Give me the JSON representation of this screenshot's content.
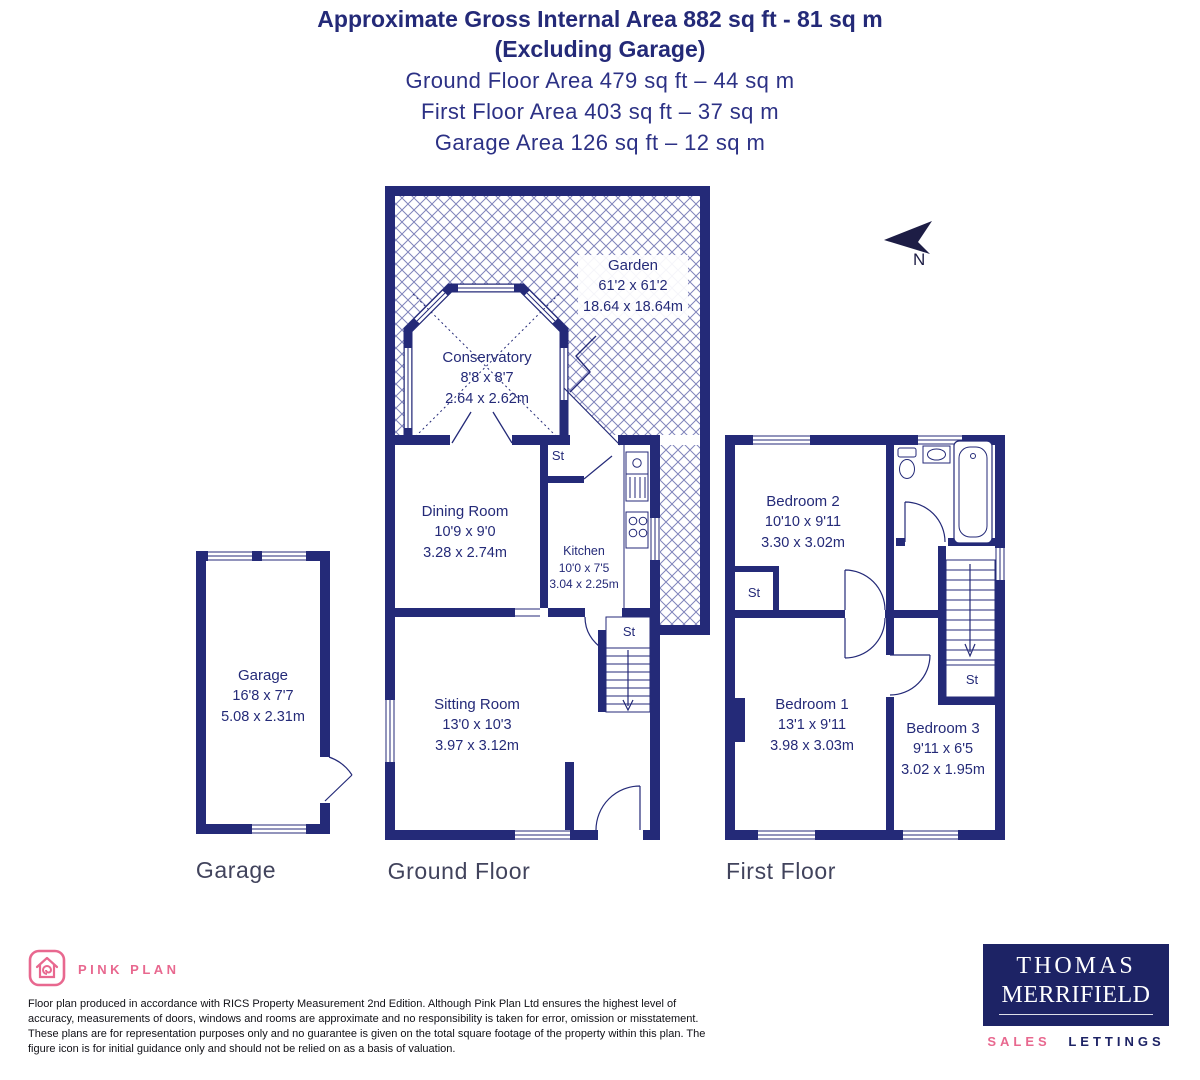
{
  "header": {
    "title_line1": "Approximate Gross Internal Area 882 sq ft - 81 sq m",
    "title_line2": "(Excluding Garage)",
    "area_line1": "Ground Floor Area 479 sq ft – 44 sq m",
    "area_line2": "First Floor Area 403 sq ft – 37 sq m",
    "area_line3": "Garage Area 126 sq ft – 12 sq m"
  },
  "labels": {
    "st": "St",
    "north": "N"
  },
  "rooms": {
    "garden": {
      "name": "Garden",
      "imperial": "61'2 x 61'2",
      "metric": "18.64 x 18.64m"
    },
    "conservatory": {
      "name": "Conservatory",
      "imperial": "8'8 x 8'7",
      "metric": "2.64 x 2.62m"
    },
    "dining_room": {
      "name": "Dining Room",
      "imperial": "10'9 x 9'0",
      "metric": "3.28 x 2.74m"
    },
    "kitchen": {
      "name": "Kitchen",
      "imperial": "10'0 x 7'5",
      "metric": "3.04 x 2.25m"
    },
    "sitting_room": {
      "name": "Sitting Room",
      "imperial": "13'0 x 10'3",
      "metric": "3.97 x 3.12m"
    },
    "garage": {
      "name": "Garage",
      "imperial": "16'8 x 7'7",
      "metric": "5.08 x 2.31m"
    },
    "bedroom_2": {
      "name": "Bedroom 2",
      "imperial": "10'10 x 9'11",
      "metric": "3.30 x 3.02m"
    },
    "bedroom_1": {
      "name": "Bedroom 1",
      "imperial": "13'1 x 9'11",
      "metric": "3.98 x 3.03m"
    },
    "bedroom_3": {
      "name": "Bedroom 3",
      "imperial": "9'11 x 6'5",
      "metric": "3.02 x 1.95m"
    }
  },
  "captions": {
    "garage": "Garage",
    "ground_floor": "Ground Floor",
    "first_floor": "First Floor"
  },
  "footer": {
    "brand_name": "PINK PLAN",
    "disclaimer": "Floor plan produced in accordance with RICS Property Measurement 2nd Edition. Although Pink Plan Ltd ensures the highest level of accuracy, measurements of doors, windows and rooms are approximate and no responsibility is taken for error, omission or misstatement. These plans are for representation purposes only and no guarantee is given on the total square footage of the property within this plan. The figure icon is for initial guidance only and should not be relied on as a basis of valuation.",
    "agency": {
      "line1": "THOMAS",
      "line2": "MERRIFIELD",
      "sales": "SALES",
      "lettings": "LETTINGS"
    }
  },
  "colors": {
    "plan_navy": "#242a78",
    "brand_pink": "#e8688f",
    "agency_navy": "#1d2365"
  },
  "icons": {
    "north_arrow": "north-arrow",
    "brand_logo": "pink-plan-house"
  }
}
